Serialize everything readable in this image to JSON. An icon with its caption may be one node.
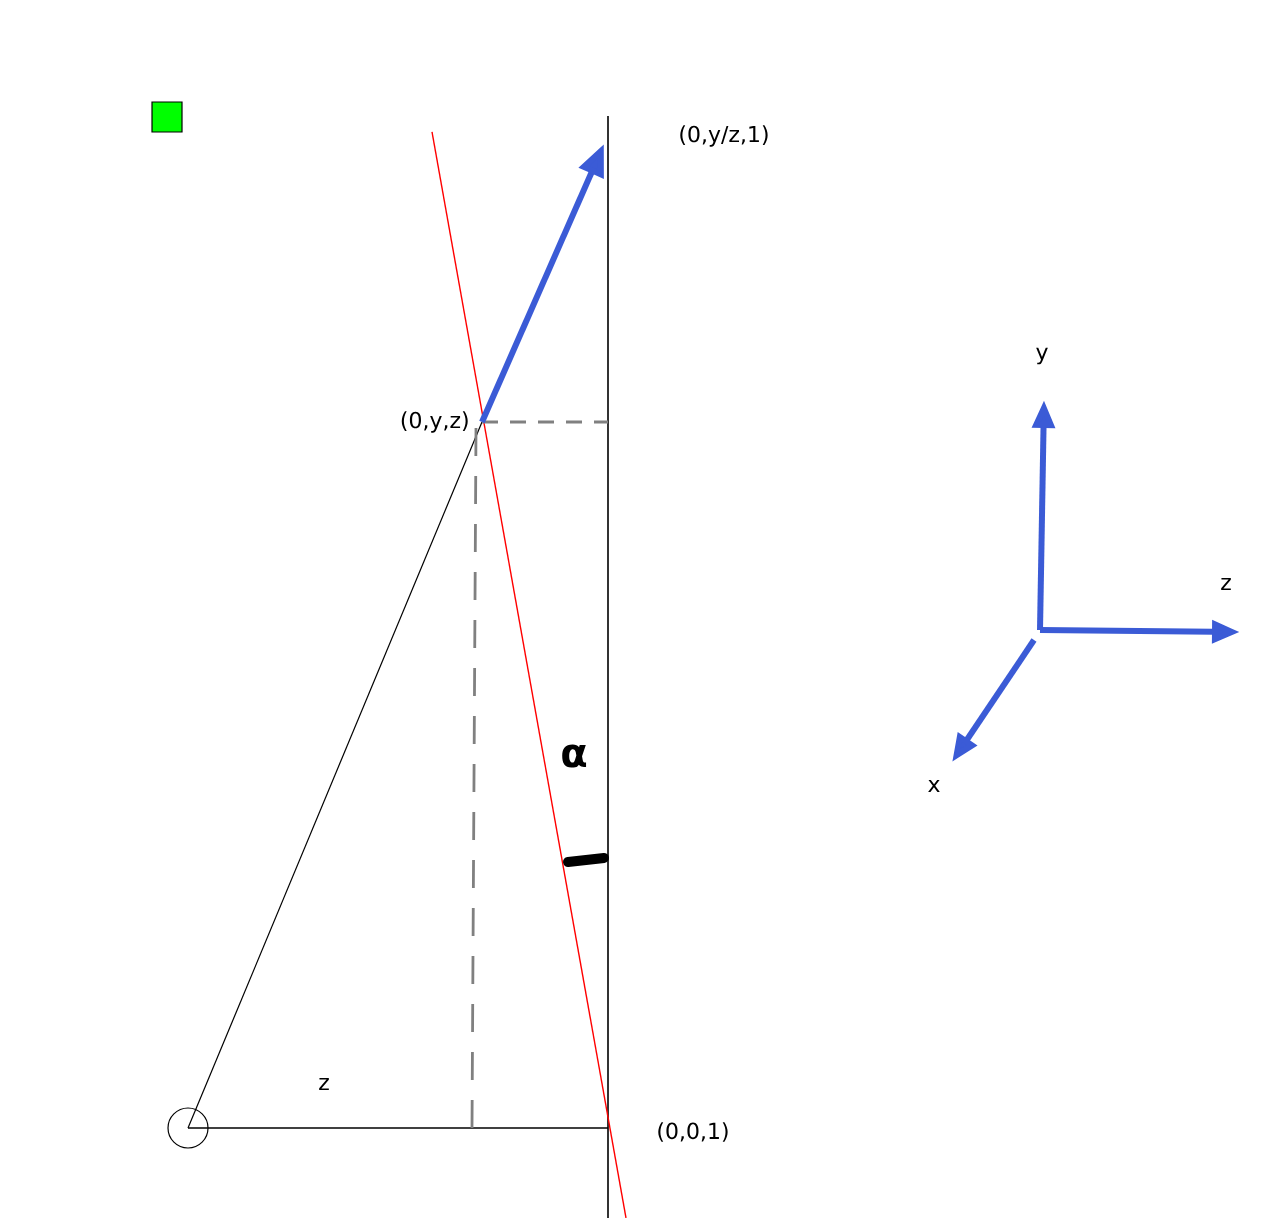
{
  "diagram": {
    "labels": [
      "(0,y/z,1)",
      "y",
      "(0,y,z)",
      "z",
      "α",
      "x",
      "z",
      "(0,0,1)"
    ]
  }
}
